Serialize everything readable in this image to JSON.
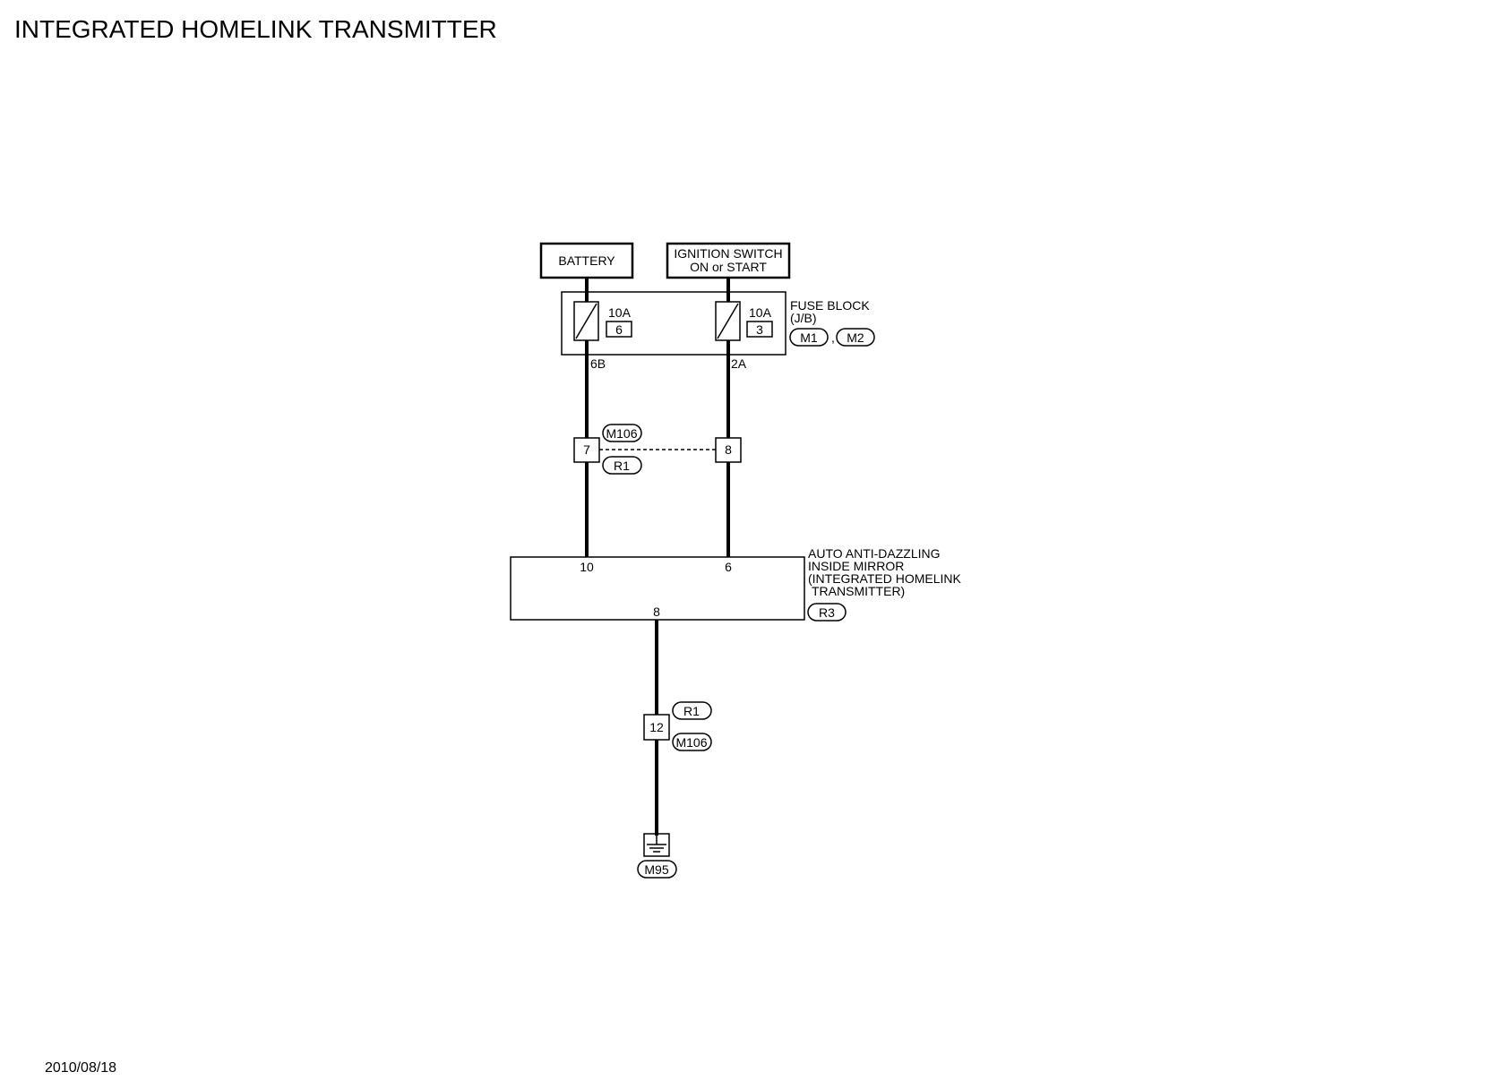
{
  "title": "INTEGRATED HOMELINK TRANSMITTER",
  "date": "2010/08/18",
  "sources": {
    "battery": "BATTERY",
    "ignition_line1": "IGNITION SWITCH",
    "ignition_line2": "ON or START"
  },
  "fuse_block": {
    "label_line1": "FUSE BLOCK",
    "label_line2": "(J/B)",
    "connectors": [
      "M1",
      "M2"
    ],
    "connector_sep": ",",
    "fuses": [
      {
        "rating": "10A",
        "number": "6",
        "output_terminal": "6B"
      },
      {
        "rating": "10A",
        "number": "3",
        "output_terminal": "2A"
      }
    ]
  },
  "joint_connector": {
    "upper_connector": "M106",
    "lower_connector": "R1",
    "terminals": [
      "7",
      "8"
    ]
  },
  "mirror": {
    "label_line1": "AUTO ANTI-DAZZLING",
    "label_line2": "INSIDE MIRROR",
    "label_line3": "(INTEGRATED HOMELINK",
    "label_line4": "TRANSMITTER)",
    "connector": "R3",
    "terminals": {
      "battery": "10",
      "ignition": "6",
      "ground": "8"
    }
  },
  "ground_joint": {
    "terminal": "12",
    "upper_connector": "R1",
    "lower_connector": "M106"
  },
  "ground": {
    "connector": "M95"
  }
}
